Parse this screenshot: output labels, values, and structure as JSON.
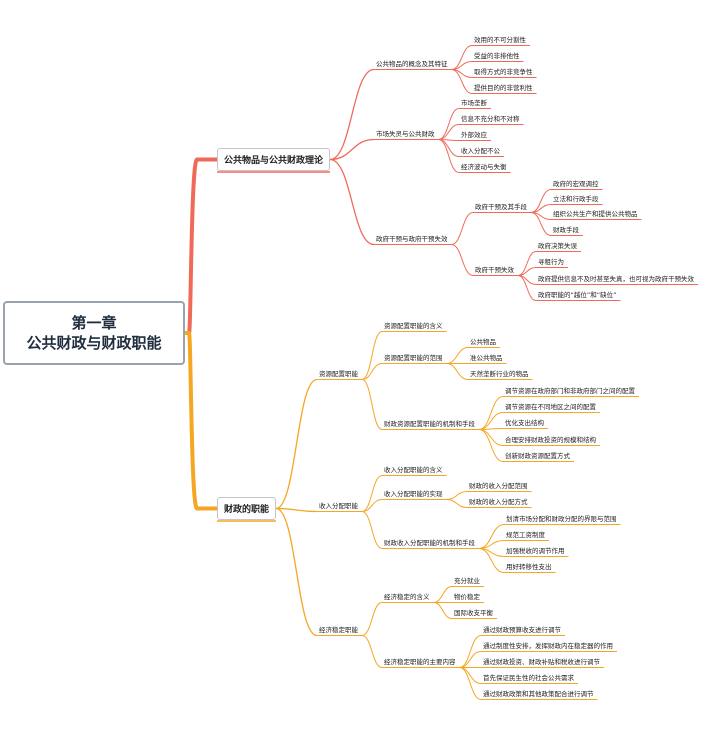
{
  "root": {
    "line1": "第一章",
    "line2": "公共财政与财政职能"
  },
  "branches": [
    {
      "label": "公共物品与公共财政理论",
      "color": "#f06a5a",
      "children": [
        {
          "label": "公共物品的概念及其特征",
          "children": [
            {
              "label": "效用的不可分割性"
            },
            {
              "label": "受益的非排他性"
            },
            {
              "label": "取得方式的非竞争性"
            },
            {
              "label": "提供目的的非营利性"
            }
          ]
        },
        {
          "label": "市场失灵与公共财政",
          "children": [
            {
              "label": "市场垄断"
            },
            {
              "label": "信息不充分和不对称"
            },
            {
              "label": "外部效应"
            },
            {
              "label": "收入分配不公"
            },
            {
              "label": "经济波动与失衡"
            }
          ]
        },
        {
          "label": "政府干预与政府干预失效",
          "children": [
            {
              "label": "政府干预及其手段",
              "children": [
                {
                  "label": "政府的宏观调控"
                },
                {
                  "label": "立法和行政手段"
                },
                {
                  "label": "组织公共生产和提供公共物品"
                },
                {
                  "label": "财政手段"
                }
              ]
            },
            {
              "label": "政府干预失效",
              "children": [
                {
                  "label": "政府决策失误"
                },
                {
                  "label": "寻租行为"
                },
                {
                  "label": "政府提供信息不及时甚至失真，也可视为政府干预失效"
                },
                {
                  "label": "政府职能的“越位”和“缺位”"
                }
              ]
            }
          ]
        }
      ]
    },
    {
      "label": "财政的职能",
      "color": "#f5a623",
      "children": [
        {
          "label": "资源配置职能",
          "children": [
            {
              "label": "资源配置职能的含义"
            },
            {
              "label": "资源配置职能的范围",
              "children": [
                {
                  "label": "公共物品"
                },
                {
                  "label": "准公共物品"
                },
                {
                  "label": "天然垄断行业的物品"
                }
              ]
            },
            {
              "label": "财政资源配置职能的机制和手段",
              "children": [
                {
                  "label": "调节资源在政府部门和非政府部门之间的配置"
                },
                {
                  "label": "调节资源在不同地区之间的配置"
                },
                {
                  "label": "优化支出结构"
                },
                {
                  "label": "合理安排财政投资的规模和结构"
                },
                {
                  "label": "创新财政资源配置方式"
                }
              ]
            }
          ]
        },
        {
          "label": "收入分配职能",
          "children": [
            {
              "label": "收入分配职能的含义"
            },
            {
              "label": "收入分配职能的实现",
              "children": [
                {
                  "label": "财政的收入分配范围"
                },
                {
                  "label": "财政的收入分配方式"
                }
              ]
            },
            {
              "label": "财政收入分配职能的机制和手段",
              "children": [
                {
                  "label": "划清市场分配和财政分配的界限与范围"
                },
                {
                  "label": "规范工资制度"
                },
                {
                  "label": "加强税收的调节作用"
                },
                {
                  "label": "用好转移性支出"
                }
              ]
            }
          ]
        },
        {
          "label": "经济稳定职能",
          "children": [
            {
              "label": "经济稳定的含义",
              "children": [
                {
                  "label": "充分就业"
                },
                {
                  "label": "物价稳定"
                },
                {
                  "label": "国际收支平衡"
                }
              ]
            },
            {
              "label": "经济稳定职能的主要内容",
              "children": [
                {
                  "label": "通过财政预算收支进行调节"
                },
                {
                  "label": "通过制度性安排，发挥财政内在稳定器的作用"
                },
                {
                  "label": "通过财政投资、财政补贴和税收进行调节"
                },
                {
                  "label": "首先保证民生性的社会公共需求"
                },
                {
                  "label": "通过财政政策和其他政策配合进行调节"
                }
              ]
            }
          ]
        }
      ]
    }
  ]
}
